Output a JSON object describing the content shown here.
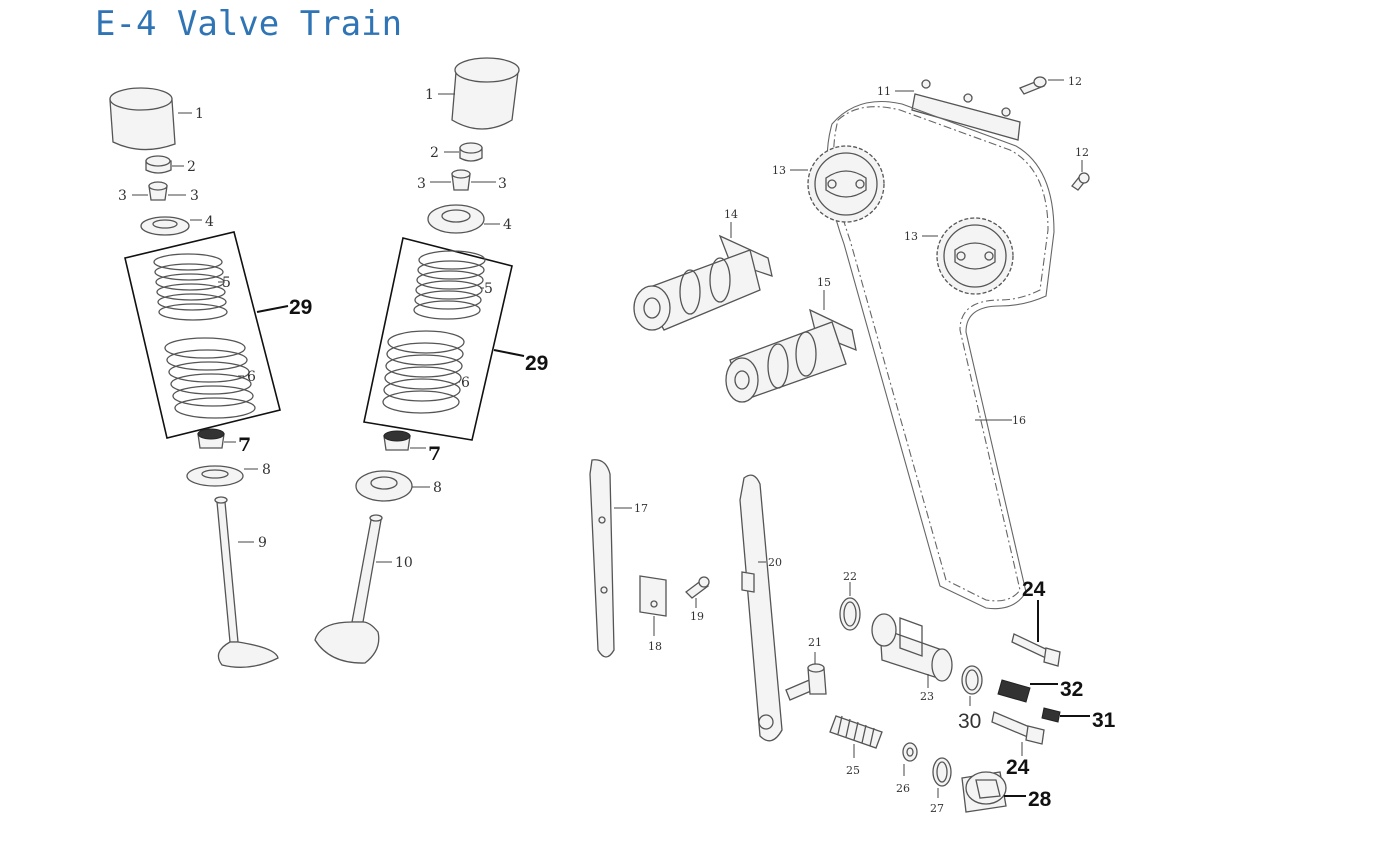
{
  "title": "E-4 Valve Train",
  "callouts": {
    "c1": "1",
    "c2": "2",
    "c3": "3",
    "c4": "4",
    "c5": "5",
    "c6": "6",
    "c7": "7",
    "c8": "8",
    "c9": "9",
    "c10": "10",
    "c11": "11",
    "c12": "12",
    "c13": "13",
    "c14": "14",
    "c15": "15",
    "c16": "16",
    "c17": "17",
    "c18": "18",
    "c19": "19",
    "c20": "20",
    "c21": "21",
    "c22": "22",
    "c23": "23",
    "c24": "24",
    "c25": "25",
    "c26": "26",
    "c27": "27",
    "c28": "28",
    "c29": "29",
    "c30": "30",
    "c31": "31",
    "c32": "32"
  }
}
